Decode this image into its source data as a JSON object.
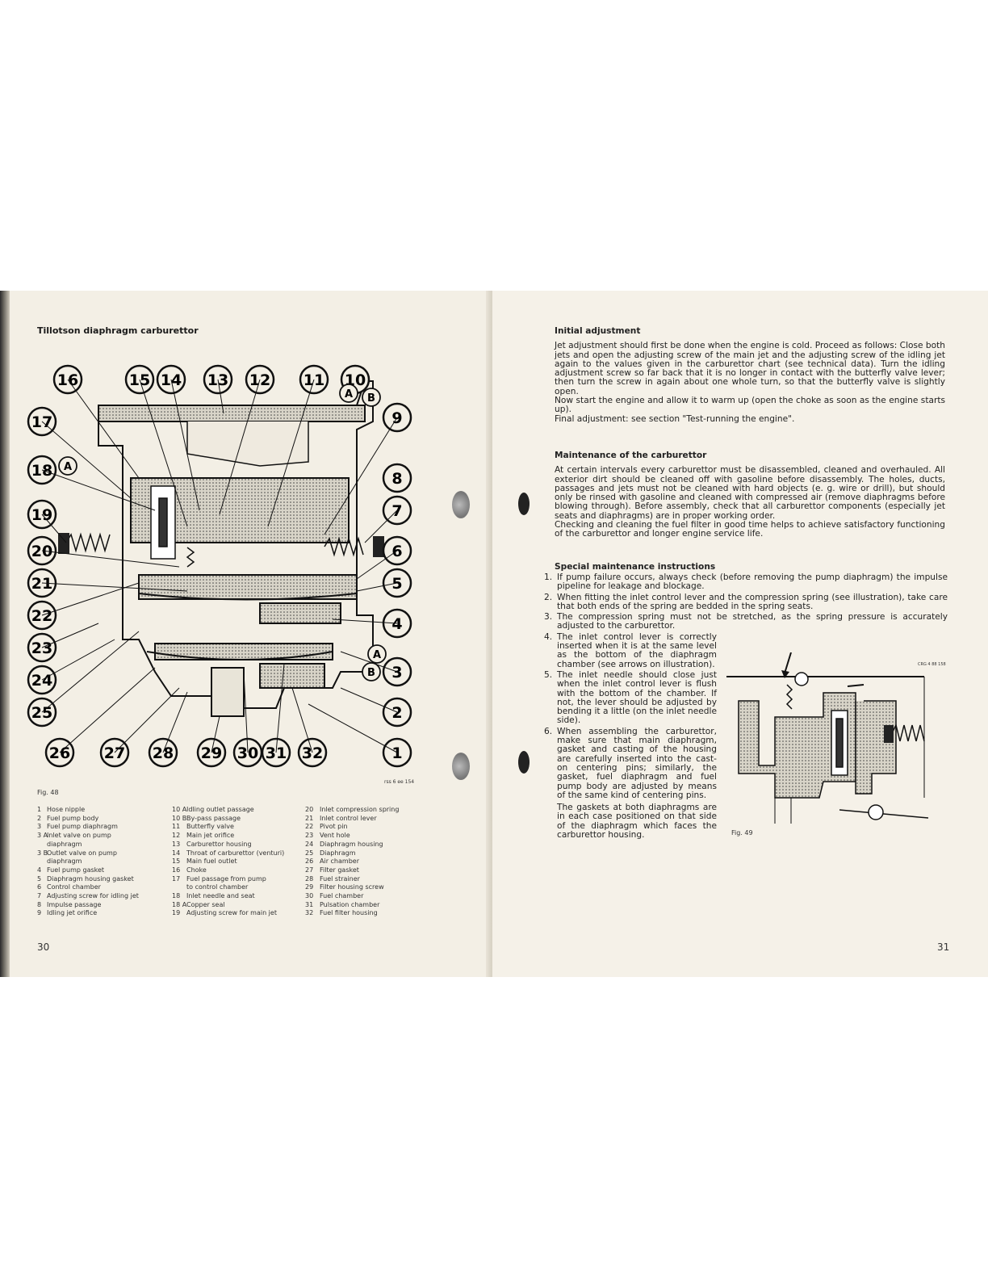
{
  "left_page": {
    "title": "Tillotson diaphragm carburettor",
    "figure_label": "Fig. 48",
    "figure_code": "rss 6 ee 154",
    "callouts": [
      "16",
      "15",
      "14",
      "13",
      "12",
      "11",
      "10",
      "17",
      "9",
      "18",
      "8",
      "19",
      "7",
      "20",
      "6",
      "21",
      "5",
      "22",
      "23",
      "4",
      "24",
      "3",
      "25",
      "2",
      "26",
      "27",
      "28",
      "29",
      "30",
      "31",
      "32",
      "1"
    ],
    "sub_callouts": [
      "A",
      "B",
      "A",
      "A",
      "B"
    ],
    "legend_col1": [
      {
        "n": "1",
        "t": "Hose nipple"
      },
      {
        "n": "2",
        "t": "Fuel pump body"
      },
      {
        "n": "3",
        "t": "Fuel pump diaphragm"
      },
      {
        "n": "3 A",
        "t": "Inlet valve on pump"
      },
      {
        "n": "",
        "t": "diaphragm"
      },
      {
        "n": "3 B",
        "t": "Outlet valve on pump"
      },
      {
        "n": "",
        "t": "diaphragm"
      },
      {
        "n": "4",
        "t": "Fuel pump gasket"
      },
      {
        "n": "5",
        "t": "Diaphragm housing gasket"
      },
      {
        "n": "6",
        "t": "Control chamber"
      },
      {
        "n": "7",
        "t": "Adjusting screw for idling jet"
      },
      {
        "n": "8",
        "t": "Impulse passage"
      },
      {
        "n": "9",
        "t": "Idling jet orifice"
      }
    ],
    "legend_col2": [
      {
        "n": "10 A",
        "t": "Idling outlet passage"
      },
      {
        "n": "10 B",
        "t": "By-pass passage"
      },
      {
        "n": "11",
        "t": "Butterfly valve"
      },
      {
        "n": "12",
        "t": "Main jet orifice"
      },
      {
        "n": "13",
        "t": "Carburettor housing"
      },
      {
        "n": "14",
        "t": "Throat of carburettor (venturi)"
      },
      {
        "n": "15",
        "t": "Main fuel outlet"
      },
      {
        "n": "16",
        "t": "Choke"
      },
      {
        "n": "17",
        "t": "Fuel passage from pump"
      },
      {
        "n": "",
        "t": "to control chamber"
      },
      {
        "n": "18",
        "t": "Inlet needle and seat"
      },
      {
        "n": "18 A",
        "t": "Copper seal"
      },
      {
        "n": "19",
        "t": "Adjusting screw for main jet"
      }
    ],
    "legend_col3": [
      {
        "n": "20",
        "t": "Inlet compression spring"
      },
      {
        "n": "21",
        "t": "Inlet control lever"
      },
      {
        "n": "22",
        "t": "Pivot pin"
      },
      {
        "n": "23",
        "t": "Vent hole"
      },
      {
        "n": "24",
        "t": "Diaphragm housing"
      },
      {
        "n": "25",
        "t": "Diaphragm"
      },
      {
        "n": "26",
        "t": "Air chamber"
      },
      {
        "n": "27",
        "t": "Filter gasket"
      },
      {
        "n": "28",
        "t": "Fuel strainer"
      },
      {
        "n": "29",
        "t": "Filter housing screw"
      },
      {
        "n": "30",
        "t": "Fuel chamber"
      },
      {
        "n": "31",
        "t": "Pulsation chamber"
      },
      {
        "n": "32",
        "t": "Fuel filter housing"
      }
    ],
    "page_number": "30"
  },
  "right_page": {
    "initial_heading": "Initial adjustment",
    "initial_p1": "Jet adjustment should first be done when the engine is cold. Proceed as follows: Close both jets and open the adjusting screw of the main jet and the adjusting screw of the idling jet again to the values given in the carburettor chart (see technical data). Turn the idling adjustment screw so far back that it is no longer in contact with the butterfly valve lever; then turn the screw in again about one whole turn, so that the butterfly valve is slightly open.",
    "initial_p2": "Now start the engine and allow it to warm up (open the choke as soon as the engine starts up).",
    "initial_p3": "Final adjustment: see section \"Test-running the engine\".",
    "maint_heading": "Maintenance of the carburettor",
    "maint_p1": "At certain intervals every carburettor must be disassembled, cleaned and overhauled. All exterior dirt should be cleaned off with gasoline before disassembly. The holes, ducts, passages and jets must not be cleaned with hard objects (e. g. wire or drill), but should only be rinsed with gasoline and cleaned with compressed air (remove diaphragms before blowing through). Before assembly, check that all carburettor components (especially jet seats and diaphragms) are in proper working order.",
    "maint_p2": "Checking and cleaning the fuel filter in good time helps to achieve satisfactory functioning of the carburettor and longer engine service life.",
    "special_heading": "Special maintenance instructions",
    "items": [
      {
        "n": "1.",
        "t": "If pump failure occurs, always check (before removing the pump diaphragm) the impulse pipeline for leakage and blockage."
      },
      {
        "n": "2.",
        "t": "When fitting the inlet control lever and the compression spring (see illustration), take care that both ends of the spring are bedded in the spring seats."
      },
      {
        "n": "3.",
        "t": "The compression spring must not be stretched, as the spring pressure is accurately adjusted to the carburettor."
      },
      {
        "n": "4.",
        "t": "The inlet control lever is correctly inserted when it is at the same level as the bottom of the diaphragm chamber (see arrows on illustration)."
      },
      {
        "n": "5.",
        "t": "The inlet needle should close just when the inlet control lever is flush with the bottom of the chamber. If not, the lever should be adjusted by bending it a little (on the inlet needle side)."
      },
      {
        "n": "6.",
        "t": "When assembling the carburettor, make sure that main diaphragm, gasket and casting of the housing are carefully inserted into the cast-on centering pins; similarly, the gasket, fuel diaphragm and fuel pump body are adjusted by means of the same kind of centering pins."
      }
    ],
    "item6_extra": "The gaskets at both diaphragms are in each case positioned on that side of the diaphragm which faces the carburettor housing.",
    "fig49_label": "Fig. 49",
    "fig49_code": "CRG 4 88 158",
    "page_number": "31"
  }
}
